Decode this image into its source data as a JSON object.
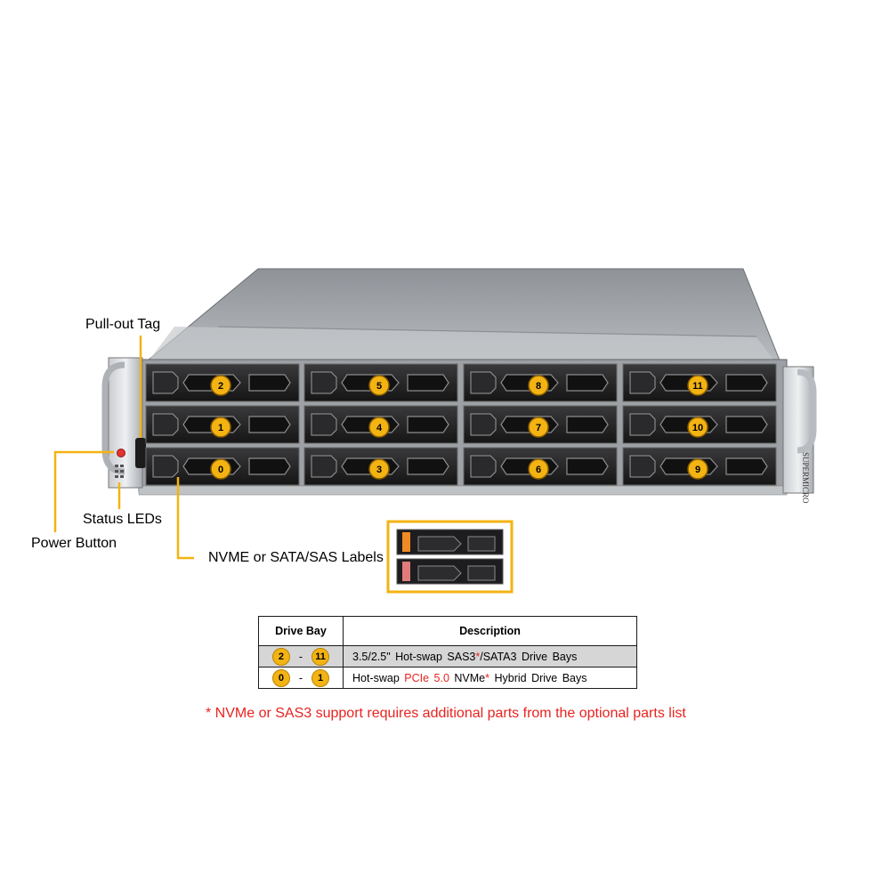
{
  "callouts": {
    "pullout_tag": "Pull-out  Tag",
    "status_leds": "Status LEDs",
    "power_button": "Power Button",
    "drive_labels": "NVME or SATA/SAS Labels"
  },
  "chassis": {
    "brand": "SUPERMICRO",
    "bays": [
      {
        "row": 0,
        "col": 0,
        "label": "2"
      },
      {
        "row": 0,
        "col": 1,
        "label": "5"
      },
      {
        "row": 0,
        "col": 2,
        "label": "8"
      },
      {
        "row": 0,
        "col": 3,
        "label": "11"
      },
      {
        "row": 1,
        "col": 0,
        "label": "1"
      },
      {
        "row": 1,
        "col": 1,
        "label": "4"
      },
      {
        "row": 1,
        "col": 2,
        "label": "7"
      },
      {
        "row": 1,
        "col": 3,
        "label": "10"
      },
      {
        "row": 2,
        "col": 0,
        "label": "0"
      },
      {
        "row": 2,
        "col": 1,
        "label": "3"
      },
      {
        "row": 2,
        "col": 2,
        "label": "6"
      },
      {
        "row": 2,
        "col": 3,
        "label": "9"
      }
    ],
    "label_swatch_colors": [
      "#f08a24",
      "#e07b7b"
    ]
  },
  "table": {
    "headers": [
      "Drive Bay",
      "Description"
    ],
    "rows": [
      {
        "from": "2",
        "to": "11",
        "dash": "-",
        "desc": [
          {
            "text": "3.5/2.5\" Hot-swap SAS3",
            "red": false
          },
          {
            "text": "*",
            "red": true
          },
          {
            "text": "/SATA3 Drive  Bays",
            "red": false
          }
        ]
      },
      {
        "from": "0",
        "to": "1",
        "dash": "-",
        "desc": [
          {
            "text": "Hot-swap ",
            "red": false
          },
          {
            "text": "PCIe 5.0",
            "red": true
          },
          {
            "text": " NVMe",
            "red": false
          },
          {
            "text": "*",
            "red": true
          },
          {
            "text": " Hybrid Drive  Bays",
            "red": false
          }
        ]
      }
    ]
  },
  "footnote": "* NVMe or SAS3 support requires additional parts from the optional parts list",
  "colors": {
    "accent": "#f3b313",
    "footnote": "#e8231f"
  }
}
